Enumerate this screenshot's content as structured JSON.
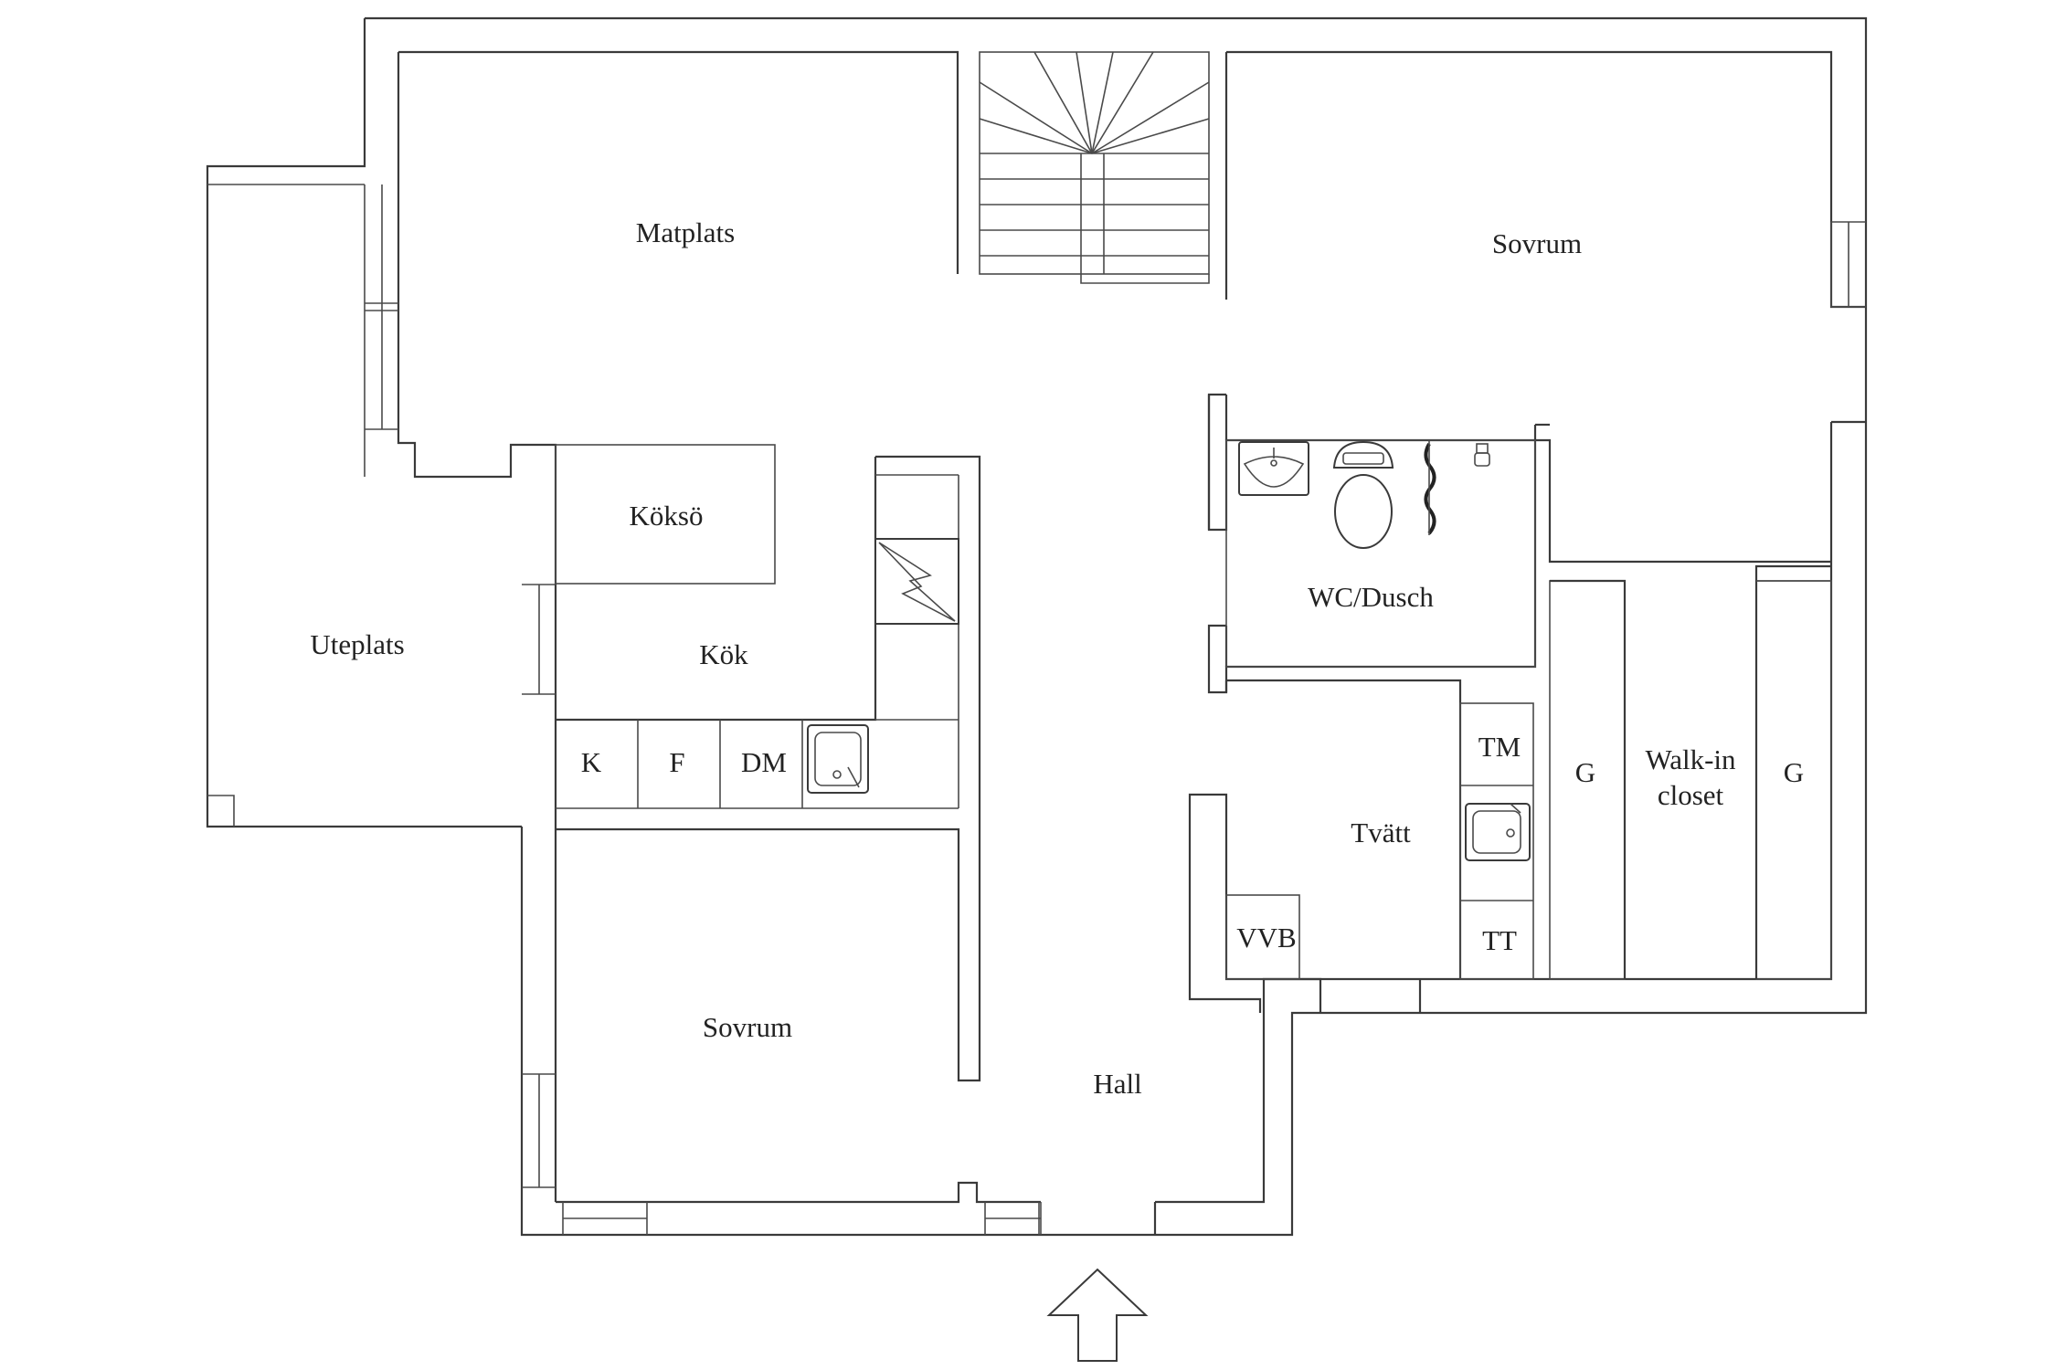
{
  "rooms": {
    "matplats": "Matplats",
    "sovrum_top": "Sovrum",
    "uteplats": "Uteplats",
    "kokso": "Köksö",
    "kok": "Kök",
    "wc_dusch": "WC/Dusch",
    "tvatt": "Tvätt",
    "walkin_line1": "Walk-in",
    "walkin_line2": "closet",
    "sovrum_bottom": "Sovrum",
    "hall": "Hall"
  },
  "fixtures": {
    "k": "K",
    "f": "F",
    "dm": "DM",
    "tm": "TM",
    "tt": "TT",
    "vvb": "VVB",
    "g_left": "G",
    "g_right": "G"
  },
  "icons": {
    "entrance": "entrance-arrow-icon",
    "stove": "fireplace-icon",
    "sink": "sink-icon",
    "toilet": "toilet-icon",
    "shower": "shower-icon"
  }
}
